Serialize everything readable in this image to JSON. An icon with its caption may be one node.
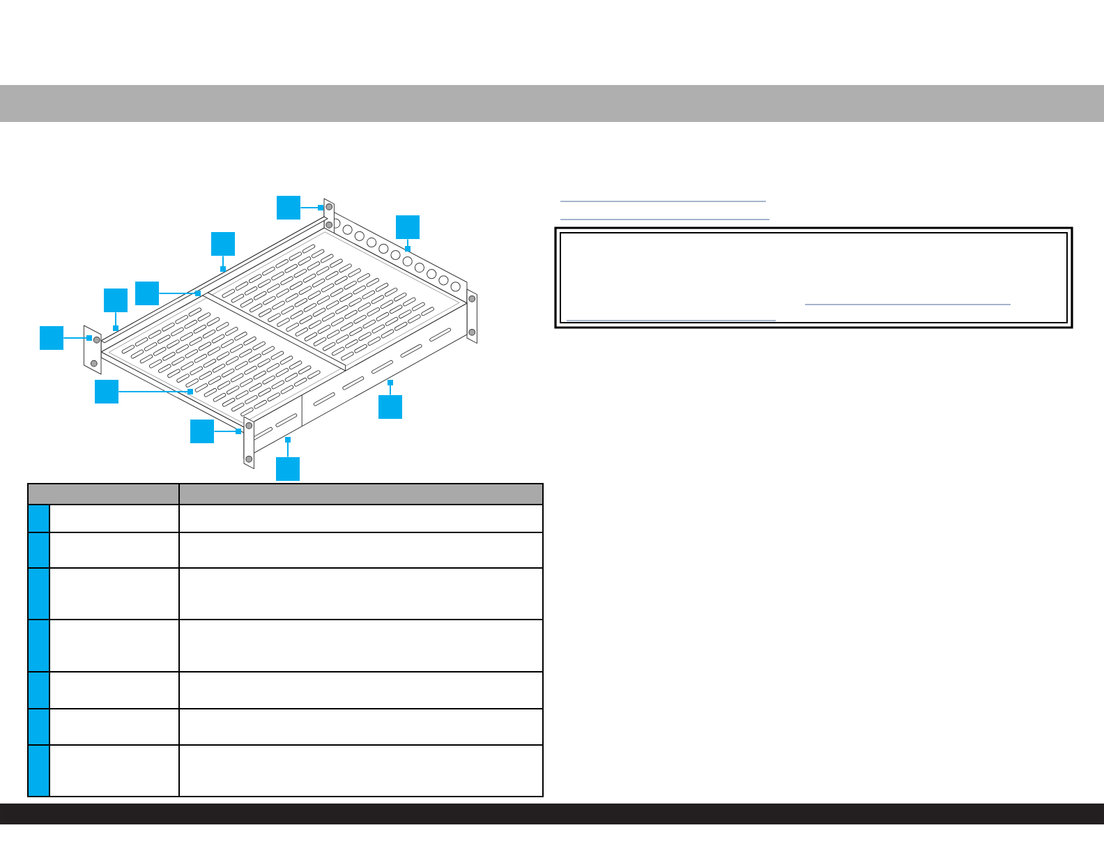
{
  "diagram": {
    "nodes": [
      {
        "text": [],
        "shape": "box"
      },
      {
        "text": [],
        "shape": "box"
      },
      {
        "text": [],
        "shape": "box"
      },
      {
        "text": [],
        "shape": "box"
      },
      {
        "text": [],
        "shape": "box"
      },
      {
        "text": [],
        "shape": "box"
      },
      {
        "text": [],
        "shape": "box"
      },
      {
        "text": [],
        "shape": "box"
      },
      {
        "text": [],
        "shape": "box"
      },
      {
        "text": [],
        "shape": "box"
      }
    ],
    "edges": [
      {
        "from": 0,
        "to": null,
        "arrow": "other"
      },
      {
        "from": 1,
        "to": null,
        "arrow": "other"
      },
      {
        "from": 2,
        "to": null,
        "arrow": "other"
      },
      {
        "from": 3,
        "to": null,
        "arrow": "other"
      },
      {
        "from": 4,
        "to": null,
        "arrow": "other"
      },
      {
        "from": 5,
        "to": null,
        "arrow": "other"
      },
      {
        "from": 6,
        "to": null,
        "arrow": "other"
      },
      {
        "from": 7,
        "to": null,
        "arrow": "other"
      },
      {
        "from": 8,
        "to": null,
        "arrow": "other"
      },
      {
        "from": 9,
        "to": null,
        "arrow": "other"
      }
    ]
  }
}
